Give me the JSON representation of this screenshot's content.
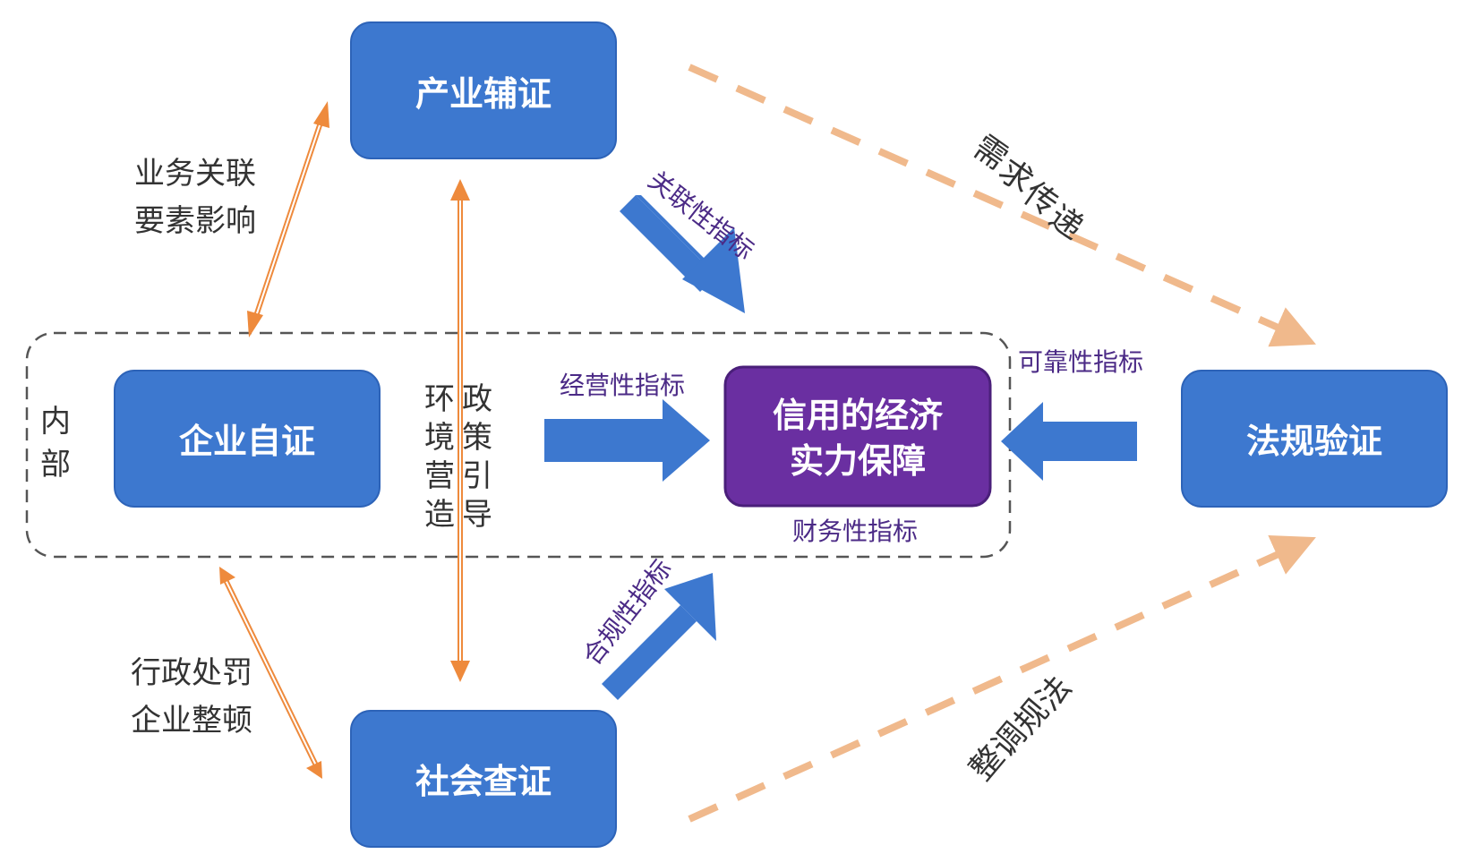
{
  "colors": {
    "node_blue": "#3d78cf",
    "node_blue_border": "#2d63b8",
    "center_purple": "#6a2fa1",
    "center_border": "#4a1f7a",
    "arrow_blue": "#3d78cf",
    "orange": "#ee8a3c",
    "dashed_orange": "#f0b98c",
    "boundary": "#555555",
    "text_gray": "#333333",
    "text_purple": "#4b2a86"
  },
  "nodes": {
    "industry": "产业辅证",
    "enterprise": "企业自证",
    "social": "社会查证",
    "regulation": "法规验证",
    "center_line1": "信用的经济",
    "center_line2": "实力保障"
  },
  "boundary_label": [
    "内",
    "部"
  ],
  "labels": {
    "business_line1": "业务关联",
    "business_line2": "要素影响",
    "penalty_line1": "行政处罚",
    "penalty_line2": "企业整顿",
    "env_col1": [
      "环",
      "境",
      "营",
      "造"
    ],
    "env_col2": [
      "政",
      "策",
      "引",
      "导"
    ],
    "demand": [
      "需",
      "求",
      "传",
      "递"
    ],
    "law_adjust": [
      "法",
      "规",
      "调",
      "整"
    ]
  },
  "indicators": {
    "correlation": "关联性指标",
    "operational": "经营性指标",
    "reliability": "可靠性指标",
    "financial": "财务性指标",
    "compliance": "合规性指标"
  }
}
